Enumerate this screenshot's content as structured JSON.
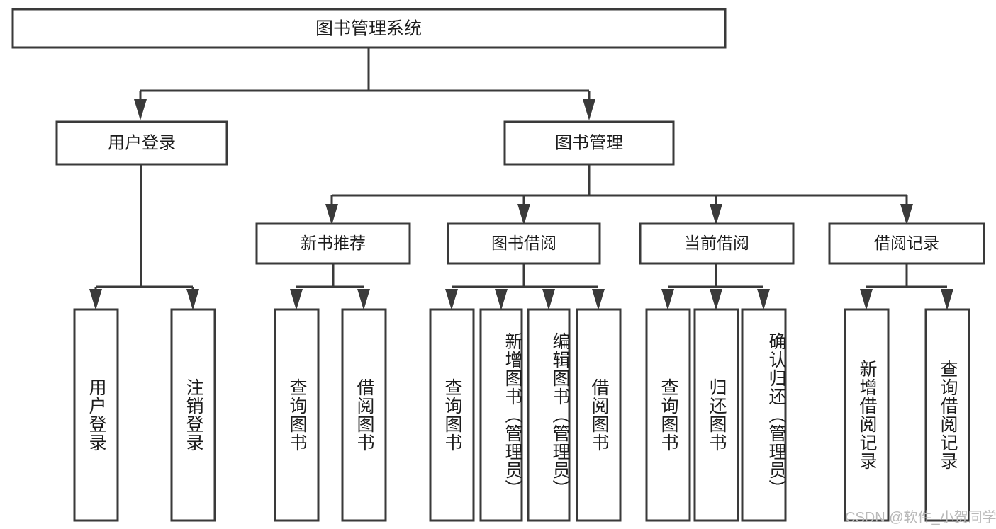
{
  "diagram": {
    "type": "tree",
    "title": "图书管理系统",
    "root": {
      "label": "图书管理系统"
    },
    "level2": [
      {
        "label": "用户登录"
      },
      {
        "label": "图书管理"
      }
    ],
    "level3": [
      {
        "label": "新书推荐"
      },
      {
        "label": "图书借阅"
      },
      {
        "label": "当前借阅"
      },
      {
        "label": "借阅记录"
      }
    ],
    "leaves": [
      {
        "label": "用户登录",
        "parent": "用户登录"
      },
      {
        "label": "注销登录",
        "parent": "用户登录"
      },
      {
        "label": "查询图书",
        "parent": "新书推荐"
      },
      {
        "label": "借阅图书",
        "parent": "新书推荐"
      },
      {
        "label": "查询图书",
        "parent": "图书借阅"
      },
      {
        "label": "新增图书（管理员）",
        "parent": "图书借阅"
      },
      {
        "label": "编辑图书（管理员）",
        "parent": "图书借阅"
      },
      {
        "label": "借阅图书",
        "parent": "图书借阅"
      },
      {
        "label": "查询图书",
        "parent": "当前借阅"
      },
      {
        "label": "归还图书",
        "parent": "当前借阅"
      },
      {
        "label": "确认归还（管理员）",
        "parent": "当前借阅"
      },
      {
        "label": "新增借阅记录",
        "parent": "借阅记录"
      },
      {
        "label": "查询借阅记录",
        "parent": "借阅记录"
      }
    ]
  },
  "watermark": {
    "text": "CSDN @软件_小贺同学"
  },
  "colors": {
    "stroke": "#3a3a3a",
    "box_fill": "#ffffff",
    "text": "#1c1c1c",
    "watermark": "#b9b9b9",
    "background": "#ffffff"
  }
}
